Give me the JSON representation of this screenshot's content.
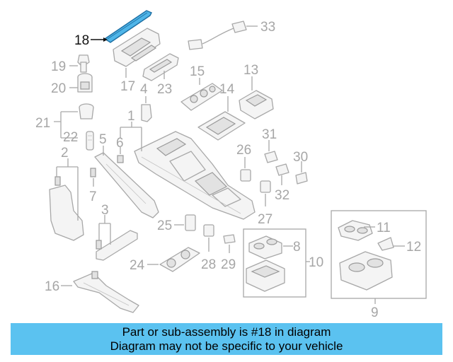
{
  "diagram": {
    "highlight_color": "#4fb5e8",
    "highlighted_part": "18",
    "callouts": {
      "c1": "1",
      "c2": "2",
      "c3": "3",
      "c4": "4",
      "c5": "5",
      "c6": "6",
      "c7": "7",
      "c8": "8",
      "c9": "9",
      "c10": "10",
      "c11": "11",
      "c12": "12",
      "c13": "13",
      "c14": "14",
      "c15": "15",
      "c16": "16",
      "c17": "17",
      "c18": "18",
      "c19": "19",
      "c20": "20",
      "c21": "21",
      "c22": "22",
      "c23": "23",
      "c24": "24",
      "c25": "25",
      "c26": "26",
      "c27": "27",
      "c28": "28",
      "c29": "29",
      "c30": "30",
      "c31": "31",
      "c32": "32",
      "c33": "33"
    }
  },
  "banner": {
    "background": "#5bc2f0",
    "line1": "Part or sub-assembly is #18 in diagram",
    "line2": "Diagram may not be specific to your vehicle"
  }
}
